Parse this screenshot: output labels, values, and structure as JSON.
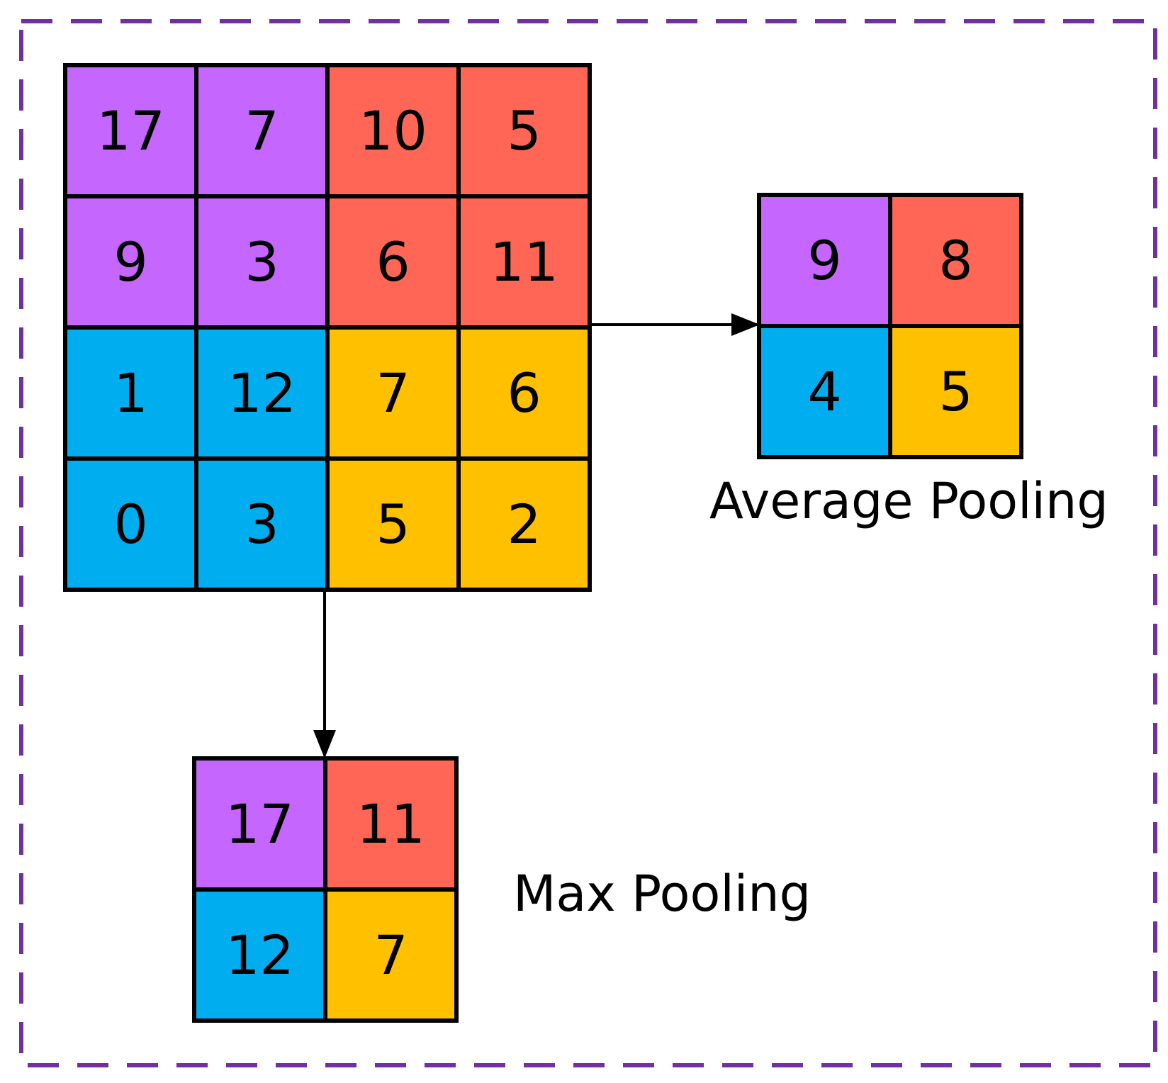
{
  "colors": {
    "purple": "#C566FF",
    "red": "#FF6655",
    "blue": "#00AEEF",
    "yellow": "#FFC000",
    "frame_dash": "#7030A0",
    "grid_line": "#000000"
  },
  "input_grid": {
    "rows": [
      [
        {
          "value": "17",
          "color": "purple"
        },
        {
          "value": "7",
          "color": "purple"
        },
        {
          "value": "10",
          "color": "red"
        },
        {
          "value": "5",
          "color": "red"
        }
      ],
      [
        {
          "value": "9",
          "color": "purple"
        },
        {
          "value": "3",
          "color": "purple"
        },
        {
          "value": "6",
          "color": "red"
        },
        {
          "value": "11",
          "color": "red"
        }
      ],
      [
        {
          "value": "1",
          "color": "blue"
        },
        {
          "value": "12",
          "color": "blue"
        },
        {
          "value": "7",
          "color": "yellow"
        },
        {
          "value": "6",
          "color": "yellow"
        }
      ],
      [
        {
          "value": "0",
          "color": "blue"
        },
        {
          "value": "3",
          "color": "blue"
        },
        {
          "value": "5",
          "color": "yellow"
        },
        {
          "value": "2",
          "color": "yellow"
        }
      ]
    ]
  },
  "average_pooling": {
    "label": "Average Pooling",
    "rows": [
      [
        {
          "value": "9",
          "color": "purple"
        },
        {
          "value": "8",
          "color": "red"
        }
      ],
      [
        {
          "value": "4",
          "color": "blue"
        },
        {
          "value": "5",
          "color": "yellow"
        }
      ]
    ]
  },
  "max_pooling": {
    "label": "Max Pooling",
    "rows": [
      [
        {
          "value": "17",
          "color": "purple"
        },
        {
          "value": "11",
          "color": "red"
        }
      ],
      [
        {
          "value": "12",
          "color": "blue"
        },
        {
          "value": "7",
          "color": "yellow"
        }
      ]
    ]
  }
}
